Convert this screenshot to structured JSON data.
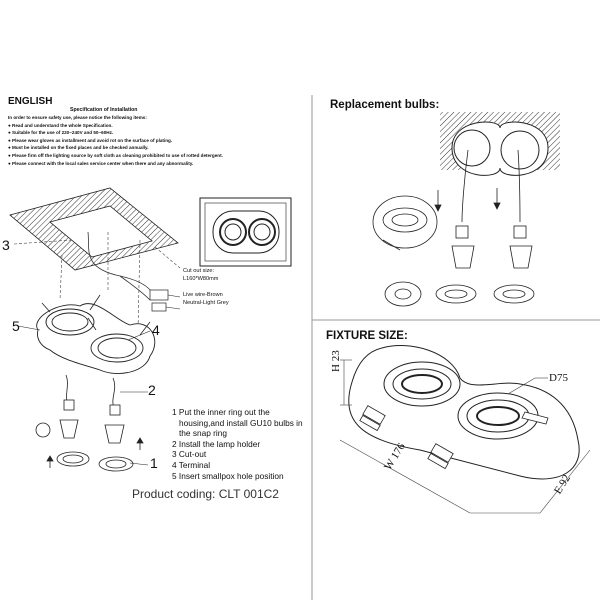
{
  "left": {
    "language": "ENGLISH",
    "spec_title": "Specification of Installation",
    "spec_lines": [
      "In order to ensure safety use, please notice the following items:",
      "● Read and understand the whole Specification.",
      "● Suitable for the use of 220~240V and 50~60Hz.",
      "● Please wear gloves as installment and avoid rot on the surface of plating.",
      "● Must be installed on the fixed places and be checked annually.",
      "● Please firm off the lighting source by soft cloth as cleaning prohibited to use of rotted detergent.",
      "● Please connect with the local sales service center when there and any abnormality."
    ],
    "cutout_label": "Cut out size:",
    "cutout_size": "L160*W80mm",
    "wire_brown": "Live wire-Brown",
    "wire_grey": "Neutral-Light Grey",
    "callouts": [
      "3",
      "5",
      "4",
      "2",
      "1"
    ],
    "steps": [
      "1 Put the inner ring out the",
      "  housing,and install GU10 bulbs in",
      "  the snap ring",
      "2 Install the lamp holder",
      "3 Cut-out",
      "4 Terminal",
      "5 Insert smallpox hole position"
    ],
    "product_coding": "Product coding: CLT 001C2"
  },
  "right": {
    "replacement_title": "Replacement bulbs:",
    "fixture_title": "FIXTURE SIZE:",
    "dim_h": "H 23",
    "dim_d": "D75",
    "dim_w": "W 176",
    "dim_e": "E 92"
  }
}
